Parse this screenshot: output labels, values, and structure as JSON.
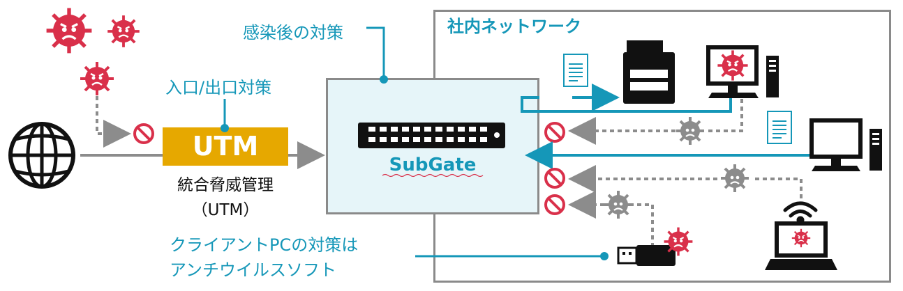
{
  "labels": {
    "after_infection": "感染後の対策",
    "network_title": "社内ネットワーク",
    "entry_exit": "入口/出口対策",
    "utm": "UTM",
    "utm_full_line1": "統合脅威管理",
    "utm_full_line2": "（UTM）",
    "subgate": "SubGate",
    "client_line1": "クライアントPCの対策は",
    "client_line2": "アンチウイルスソフト"
  },
  "colors": {
    "teal": "#1597b8",
    "utm_gold": "#e6a800",
    "virus_red": "#d9304a",
    "virus_gray": "#8c8c8c",
    "block_red": "#d9304a"
  }
}
